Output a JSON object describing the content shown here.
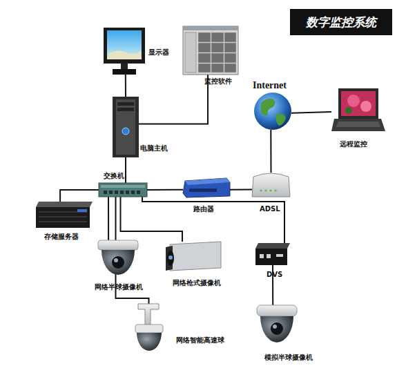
{
  "diagram": {
    "title": "数字监控系统",
    "nodes": [
      {
        "text": [
          "显示器"
        ]
      },
      {
        "text": [
          "监控软件"
        ]
      },
      {
        "text": [
          "电脑主机"
        ]
      },
      {
        "text": [
          "Internet"
        ]
      },
      {
        "text": [
          "远程监控"
        ]
      },
      {
        "text": [
          "交换机"
        ]
      },
      {
        "text": [
          "路由器"
        ]
      },
      {
        "text": [
          "ADSL"
        ]
      },
      {
        "text": [
          "存储服务器"
        ]
      },
      {
        "text": [
          "网络半球摄像机"
        ]
      },
      {
        "text": [
          "网络枪式摄像机"
        ]
      },
      {
        "text": [
          "DVS"
        ]
      },
      {
        "text": [
          "网络智能高速球"
        ]
      },
      {
        "text": [
          "模拟半球摄像机"
        ]
      }
    ],
    "edges": [
      {
        "from": 0,
        "to": 2,
        "arrow": "none"
      },
      {
        "from": 1,
        "to": 2,
        "arrow": "none"
      },
      {
        "from": 2,
        "to": 5,
        "arrow": "none"
      },
      {
        "from": 5,
        "to": 6,
        "arrow": "none"
      },
      {
        "from": 6,
        "to": 7,
        "arrow": "none"
      },
      {
        "from": 7,
        "to": 3,
        "arrow": "none"
      },
      {
        "from": 3,
        "to": 4,
        "arrow": "none"
      },
      {
        "from": 5,
        "to": 8,
        "arrow": "none"
      },
      {
        "from": 5,
        "to": 9,
        "arrow": "none"
      },
      {
        "from": 5,
        "to": 10,
        "arrow": "none"
      },
      {
        "from": 5,
        "to": 12,
        "arrow": "none"
      },
      {
        "from": 5,
        "to": 11,
        "arrow": "none"
      },
      {
        "from": 11,
        "to": 13,
        "arrow": "none"
      }
    ]
  }
}
